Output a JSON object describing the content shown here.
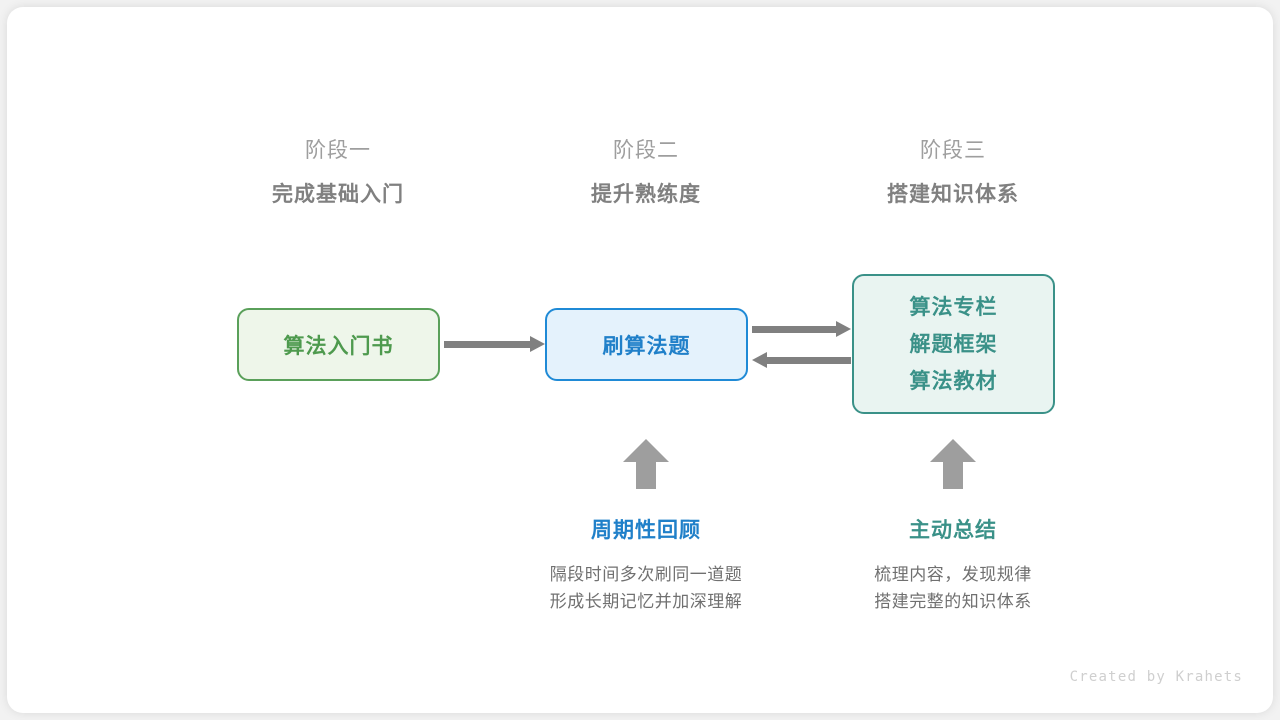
{
  "stages": [
    {
      "num": "阶段一",
      "title": "完成基础入门"
    },
    {
      "num": "阶段二",
      "title": "提升熟练度"
    },
    {
      "num": "阶段三",
      "title": "搭建知识体系"
    }
  ],
  "nodes": {
    "green": {
      "label": "算法入门书",
      "color": "#4e9a4e",
      "border": "#5aa05a",
      "fill": "#eef6ea"
    },
    "blue": {
      "label": "刷算法题",
      "color": "#2080c9",
      "border": "#1f8ad6",
      "fill": "#e4f2fc"
    },
    "teal": {
      "lines": [
        "算法专栏",
        "解题框架",
        "算法教材"
      ],
      "color": "#3a9188",
      "border": "#3a9188",
      "fill": "#e9f4f1"
    }
  },
  "arrows": {
    "green_to_blue": {
      "direction": "right",
      "color": "#808080"
    },
    "blue_to_teal": {
      "direction": "right",
      "color": "#808080"
    },
    "teal_to_blue": {
      "direction": "left",
      "color": "#808080"
    },
    "up_color": "#9e9e9e"
  },
  "notes": [
    {
      "title": "周期性回顾",
      "color": "#2080c9",
      "line1": "隔段时间多次刷同一道题",
      "line2": "形成长期记忆并加深理解"
    },
    {
      "title": "主动总结",
      "color": "#3a9188",
      "line1": "梳理内容，发现规律",
      "line2": "搭建完整的知识体系"
    }
  ],
  "credit": "Created by Krahets"
}
